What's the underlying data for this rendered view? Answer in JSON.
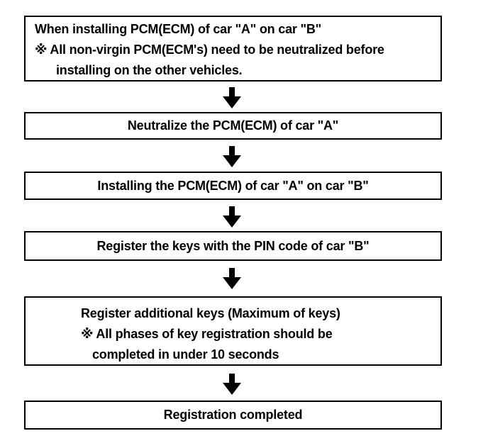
{
  "colors": {
    "background": "#ffffff",
    "box_border": "#000000",
    "text": "#000000",
    "arrow": "#000000"
  },
  "icons": {
    "down_arrow": "⬇"
  },
  "flowchart": {
    "boxes": [
      {
        "lines": [
          "When installing PCM(ECM) of car \"A\" on car \"B\"",
          "※ All non-virgin PCM(ECM's) need to be neutralized before",
          "installing on the other vehicles."
        ]
      },
      {
        "lines": [
          "Neutralize the PCM(ECM) of car \"A\""
        ]
      },
      {
        "lines": [
          "Installing the PCM(ECM) of car \"A\" on car \"B\""
        ]
      },
      {
        "lines": [
          "Register the keys with the PIN code of car \"B\""
        ]
      },
      {
        "lines": [
          "Register additional keys (Maximum of keys)",
          "※ All phases of key registration should be",
          "completed in under 10 seconds"
        ]
      },
      {
        "lines": [
          "Registration completed"
        ]
      }
    ]
  }
}
